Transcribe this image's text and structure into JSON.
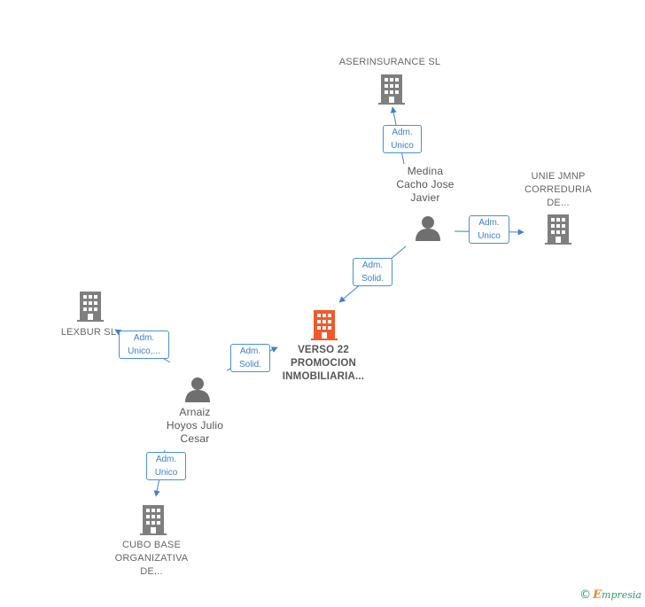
{
  "colors": {
    "company": "#7f7f7f",
    "focus_company": "#f05a28",
    "person": "#6f6f6f",
    "edge": "#3f7fc8"
  },
  "nodes": {
    "aserinsurance": {
      "label": "ASERINSURANCE SL",
      "icon": "building-icon"
    },
    "unie": {
      "label_lines": [
        "UNIE JMNP",
        "CORREDURIA",
        "DE..."
      ],
      "icon": "building-icon"
    },
    "medina": {
      "label_lines": [
        "Medina",
        "Cacho Jose",
        "Javier"
      ],
      "icon": "person-icon"
    },
    "verso": {
      "label_lines": [
        "VERSO 22",
        "PROMOCION",
        "INMOBILIARIA..."
      ],
      "icon": "building-icon"
    },
    "lexbur": {
      "label": "LEXBUR SL",
      "icon": "building-icon"
    },
    "arnaiz": {
      "label_lines": [
        "Arnaiz",
        "Hoyos Julio",
        "Cesar"
      ],
      "icon": "person-icon"
    },
    "cubo": {
      "label_lines": [
        "CUBO BASE",
        "ORGANIZATIVA",
        "DE..."
      ],
      "icon": "building-icon"
    }
  },
  "edges": {
    "medina_aserinsurance": [
      "Adm.",
      "Unico"
    ],
    "medina_unie": [
      "Adm.",
      "Unico"
    ],
    "medina_verso": [
      "Adm.",
      "Solid."
    ],
    "arnaiz_verso": [
      "Adm.",
      "Solid."
    ],
    "arnaiz_lexbur": [
      "Adm.",
      "Unico,..."
    ],
    "arnaiz_cubo": [
      "Adm.",
      "Unico"
    ]
  },
  "brand": {
    "copyright": "©",
    "initial": "E",
    "rest": "mpresia"
  }
}
